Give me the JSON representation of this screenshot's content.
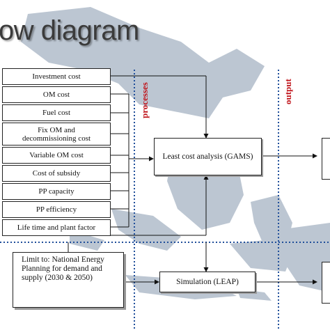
{
  "title": "ow diagram",
  "inputs": [
    "Investment cost",
    "OM cost",
    "Fuel cost",
    "Fix OM and decommissioning cost",
    "Variable OM cost",
    "Cost of subsidy",
    "PP capacity",
    "PP efficiency",
    "Life time and plant factor"
  ],
  "limit_text": "Limit to: National Energy Planning for demand and supply (2030 & 2050)",
  "section_labels": {
    "processes": "processes",
    "output": "output"
  },
  "process_boxes": {
    "least_cost": "Least cost analysis (GAMS)",
    "simulation": "Simulation (LEAP)"
  },
  "colors": {
    "dotted_line": "#1f4e9a",
    "section_label": "#c0141b",
    "map_land": "#a6b3c3"
  }
}
